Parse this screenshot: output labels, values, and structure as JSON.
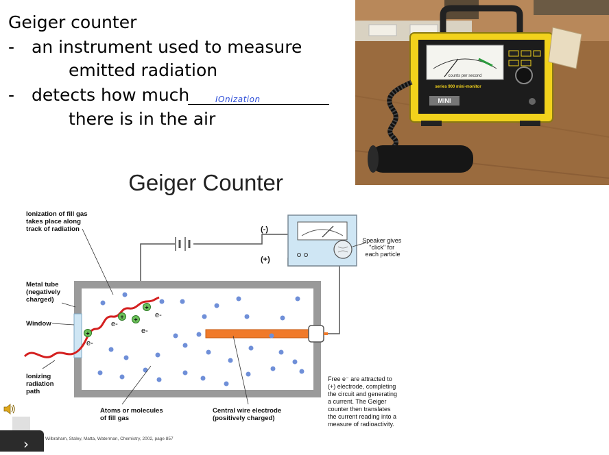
{
  "notes": {
    "heading": "Geiger counter",
    "bullet1_dash": "-",
    "bullet1_line1": "an instrument used to measure",
    "bullet1_line2": "emitted radiation",
    "bullet2_dash": "-",
    "bullet2_line1": "detects how much",
    "bullet2_line2": "there is in the air",
    "handwritten_answer": "IOnization"
  },
  "photo": {
    "meter_caption": "counts per second",
    "model_label": "series 900  mini-monitor",
    "brand_label": "MINI"
  },
  "diagram": {
    "title": "Geiger Counter",
    "label_ionization": [
      "Ionization of fill gas",
      "takes place along",
      "track of radiation"
    ],
    "label_metal_tube": [
      "Metal tube",
      "(negatively",
      "charged)"
    ],
    "label_window": "Window",
    "label_ionizing_path": [
      "Ionizing",
      "radiation",
      "path"
    ],
    "label_atoms": [
      "Atoms or molecules",
      "of fill gas"
    ],
    "label_wire": [
      "Central wire electrode",
      "(positively charged)"
    ],
    "label_speaker": [
      "Speaker gives",
      "\"click\" for",
      "each particle"
    ],
    "label_minus": "(-)",
    "label_plus": "(+)",
    "label_free_e": [
      "Free e⁻ are attracted to",
      "(+) electrode, completing",
      "the circuit and generating",
      "a current.  The Geiger",
      "counter then translates",
      "the current reading into a",
      "measure of radioactivity."
    ],
    "electron_labels": [
      "e-",
      "e-",
      "e-",
      "e-"
    ]
  },
  "footer": {
    "credit": "Wilbraham, Staley, Matta, Waterman, Chemistry, 2002, page 857",
    "next_arrow": "›"
  },
  "colors": {
    "photo_case": "#f2d21c",
    "wire_electrode": "#f07a2a",
    "radiation_path": "#d42020",
    "particles": "#6f8fd8",
    "handwriting": "#2f4fd8"
  }
}
